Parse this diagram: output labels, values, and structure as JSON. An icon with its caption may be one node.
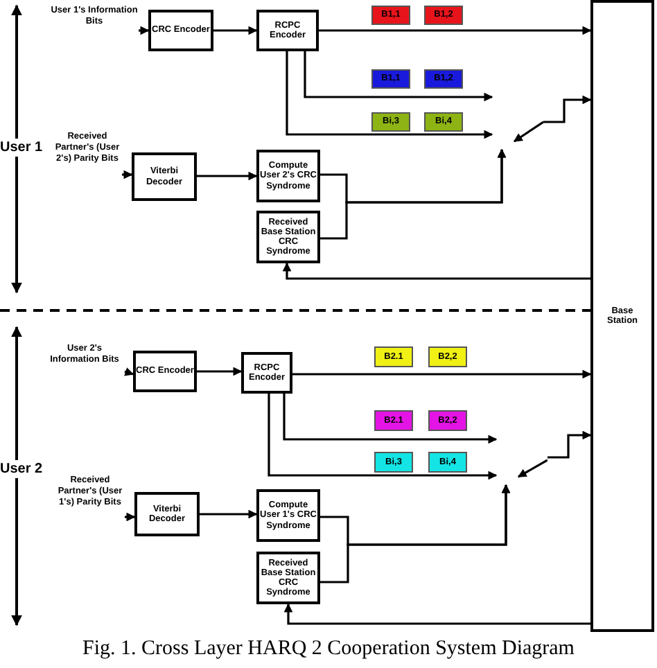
{
  "diagram": {
    "caption": "Fig. 1.  Cross Layer HARQ 2 Cooperation System Diagram",
    "nodes": [
      {
        "text": [
          "Base Station"
        ]
      },
      {
        "text": [
          "User 1's Information Bits"
        ]
      },
      {
        "text": [
          "CRC Encoder"
        ]
      },
      {
        "text": [
          "RCPC Encoder"
        ]
      },
      {
        "text": [
          "B1,1"
        ]
      },
      {
        "text": [
          "B1,2"
        ]
      },
      {
        "text": [
          "B1,1"
        ]
      },
      {
        "text": [
          "B1,2"
        ]
      },
      {
        "text": [
          "Bi,3"
        ]
      },
      {
        "text": [
          "Bi,4"
        ]
      },
      {
        "text": [
          "Received Partner's (User 2's) Parity Bits"
        ]
      },
      {
        "text": [
          "Viterbi Decoder"
        ]
      },
      {
        "text": [
          "Compute User 2's CRC Syndrome"
        ]
      },
      {
        "text": [
          "Received Base Station CRC Syndrome"
        ]
      },
      {
        "text": [],
        "shape": "switch"
      },
      {
        "text": [
          "User 2's Information Bits"
        ]
      },
      {
        "text": [
          "CRC Encoder"
        ]
      },
      {
        "text": [
          "RCPC Encoder"
        ]
      },
      {
        "text": [
          "B2.1"
        ]
      },
      {
        "text": [
          "B2,2"
        ]
      },
      {
        "text": [
          "B2.1"
        ]
      },
      {
        "text": [
          "B2,2"
        ]
      },
      {
        "text": [
          "Bi,3"
        ]
      },
      {
        "text": [
          "Bi,4"
        ]
      },
      {
        "text": [
          "Received Partner's (User 1's) Parity Bits"
        ]
      },
      {
        "text": [
          "Viterbi Decoder"
        ]
      },
      {
        "text": [
          "Compute User 1's CRC Syndrome"
        ]
      },
      {
        "text": [
          "Received Base Station CRC Syndrome"
        ]
      },
      {
        "text": [],
        "shape": "switch"
      }
    ],
    "edges": [
      {
        "from": 1,
        "to": 2,
        "arrow": "to"
      },
      {
        "from": 2,
        "to": 3,
        "arrow": "to"
      },
      {
        "from": 3,
        "to": 0,
        "arrow": "to"
      },
      {
        "from": 3,
        "to": 14,
        "arrow": "to"
      },
      {
        "from": 3,
        "to": 14,
        "arrow": "to"
      },
      {
        "from": 10,
        "to": 11,
        "arrow": "to"
      },
      {
        "from": 11,
        "to": 12,
        "arrow": "to"
      },
      {
        "from": 12,
        "to": 14,
        "arrow": "to"
      },
      {
        "from": 13,
        "to": 14,
        "arrow": "to"
      },
      {
        "from": 14,
        "to": 0,
        "arrow": "to"
      },
      {
        "from": 0,
        "to": 13,
        "arrow": "to"
      },
      {
        "from": 15,
        "to": 16,
        "arrow": "to"
      },
      {
        "from": 16,
        "to": 17,
        "arrow": "to"
      },
      {
        "from": 17,
        "to": 0,
        "arrow": "to"
      },
      {
        "from": 17,
        "to": 28,
        "arrow": "to"
      },
      {
        "from": 17,
        "to": 28,
        "arrow": "to"
      },
      {
        "from": 24,
        "to": 25,
        "arrow": "to"
      },
      {
        "from": 25,
        "to": 26,
        "arrow": "to"
      },
      {
        "from": 26,
        "to": 28,
        "arrow": "to"
      },
      {
        "from": 27,
        "to": 28,
        "arrow": "to"
      },
      {
        "from": 28,
        "to": 0,
        "arrow": "to"
      },
      {
        "from": 0,
        "to": 27,
        "arrow": "to"
      }
    ],
    "labels": [
      "User 1",
      "User 2"
    ]
  }
}
